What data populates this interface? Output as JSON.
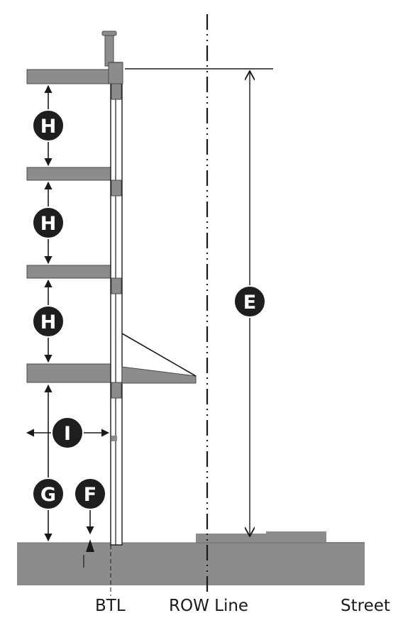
{
  "colors": {
    "slab": "#8c8c8c",
    "slab_stroke": "#4a4a4a",
    "line": "#1a1a1a",
    "badge_fill": "#1e1e1e",
    "badge_text": "#ffffff",
    "background": "#ffffff"
  },
  "dimensions": {
    "floor_height_label": "H",
    "ground_floor_height_label": "G",
    "ground_floor_depth_label": "I",
    "ground_floor_elevation_label": "F",
    "building_height_label": "E"
  },
  "ground_labels": {
    "btl": "BTL",
    "row_line": "ROW Line",
    "street": "Street"
  }
}
